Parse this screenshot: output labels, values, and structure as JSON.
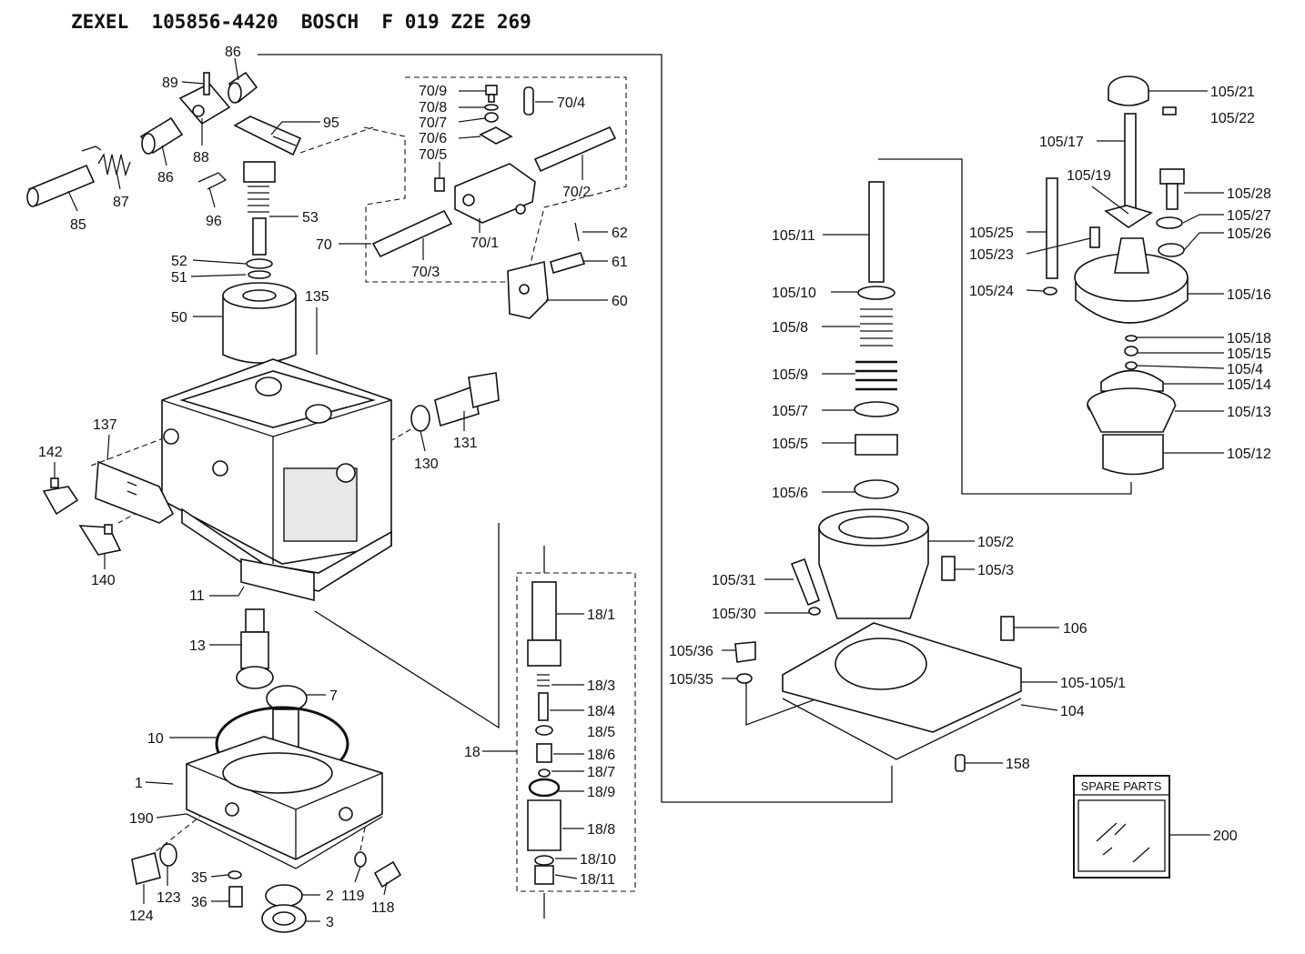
{
  "header": {
    "brand_a": "ZEXEL",
    "number_a": "105856-4420",
    "brand_b": "BOSCH",
    "number_b": "F 019 Z2E 269"
  },
  "spare_parts": {
    "title": "SPARE PARTS",
    "callout": "200"
  },
  "callouts": [
    {
      "id": "86",
      "text": "86"
    },
    {
      "id": "89",
      "text": "89"
    },
    {
      "id": "95",
      "text": "95"
    },
    {
      "id": "88",
      "text": "88"
    },
    {
      "id": "86b",
      "text": "86"
    },
    {
      "id": "87",
      "text": "87"
    },
    {
      "id": "85",
      "text": "85"
    },
    {
      "id": "96",
      "text": "96"
    },
    {
      "id": "53",
      "text": "53"
    },
    {
      "id": "52",
      "text": "52"
    },
    {
      "id": "51",
      "text": "51"
    },
    {
      "id": "50",
      "text": "50"
    },
    {
      "id": "135",
      "text": "135"
    },
    {
      "id": "137",
      "text": "137"
    },
    {
      "id": "142",
      "text": "142"
    },
    {
      "id": "140",
      "text": "140"
    },
    {
      "id": "130",
      "text": "130"
    },
    {
      "id": "131",
      "text": "131"
    },
    {
      "id": "11",
      "text": "11"
    },
    {
      "id": "13",
      "text": "13"
    },
    {
      "id": "7",
      "text": "7"
    },
    {
      "id": "10",
      "text": "10"
    },
    {
      "id": "1",
      "text": "1"
    },
    {
      "id": "190",
      "text": "190"
    },
    {
      "id": "35",
      "text": "35"
    },
    {
      "id": "36",
      "text": "36"
    },
    {
      "id": "124",
      "text": "124"
    },
    {
      "id": "123",
      "text": "123"
    },
    {
      "id": "2",
      "text": "2"
    },
    {
      "id": "3",
      "text": "3"
    },
    {
      "id": "119",
      "text": "119"
    },
    {
      "id": "118",
      "text": "118"
    },
    {
      "id": "70_9",
      "text": "70/9"
    },
    {
      "id": "70_8",
      "text": "70/8"
    },
    {
      "id": "70_7",
      "text": "70/7"
    },
    {
      "id": "70_6",
      "text": "70/6"
    },
    {
      "id": "70_5",
      "text": "70/5"
    },
    {
      "id": "70_4",
      "text": "70/4"
    },
    {
      "id": "70_2",
      "text": "70/2"
    },
    {
      "id": "70",
      "text": "70"
    },
    {
      "id": "70_1",
      "text": "70/1"
    },
    {
      "id": "70_3",
      "text": "70/3"
    },
    {
      "id": "62",
      "text": "62"
    },
    {
      "id": "61",
      "text": "61"
    },
    {
      "id": "60",
      "text": "60"
    },
    {
      "id": "18_1",
      "text": "18/1"
    },
    {
      "id": "18_3",
      "text": "18/3"
    },
    {
      "id": "18_4",
      "text": "18/4"
    },
    {
      "id": "18_5",
      "text": "18/5"
    },
    {
      "id": "18",
      "text": "18"
    },
    {
      "id": "18_6",
      "text": "18/6"
    },
    {
      "id": "18_7",
      "text": "18/7"
    },
    {
      "id": "18_9",
      "text": "18/9"
    },
    {
      "id": "18_8",
      "text": "18/8"
    },
    {
      "id": "18_10",
      "text": "18/10"
    },
    {
      "id": "18_11",
      "text": "18/11"
    },
    {
      "id": "105_11",
      "text": "105/11"
    },
    {
      "id": "105_10",
      "text": "105/10"
    },
    {
      "id": "105_8",
      "text": "105/8"
    },
    {
      "id": "105_9",
      "text": "105/9"
    },
    {
      "id": "105_7",
      "text": "105/7"
    },
    {
      "id": "105_5",
      "text": "105/5"
    },
    {
      "id": "105_6",
      "text": "105/6"
    },
    {
      "id": "105_2",
      "text": "105/2"
    },
    {
      "id": "105_3",
      "text": "105/3"
    },
    {
      "id": "105_31",
      "text": "105/31"
    },
    {
      "id": "105_30",
      "text": "105/30"
    },
    {
      "id": "106",
      "text": "106"
    },
    {
      "id": "105_36",
      "text": "105/36"
    },
    {
      "id": "105_35",
      "text": "105/35"
    },
    {
      "id": "105_105_1",
      "text": "105-105/1"
    },
    {
      "id": "104",
      "text": "104"
    },
    {
      "id": "158",
      "text": "158"
    },
    {
      "id": "105_21",
      "text": "105/21"
    },
    {
      "id": "105_22",
      "text": "105/22"
    },
    {
      "id": "105_17",
      "text": "105/17"
    },
    {
      "id": "105_19",
      "text": "105/19"
    },
    {
      "id": "105_28",
      "text": "105/28"
    },
    {
      "id": "105_25",
      "text": "105/25"
    },
    {
      "id": "105_27",
      "text": "105/27"
    },
    {
      "id": "105_26",
      "text": "105/26"
    },
    {
      "id": "105_23",
      "text": "105/23"
    },
    {
      "id": "105_24",
      "text": "105/24"
    },
    {
      "id": "105_16",
      "text": "105/16"
    },
    {
      "id": "105_18",
      "text": "105/18"
    },
    {
      "id": "105_15",
      "text": "105/15"
    },
    {
      "id": "105_4",
      "text": "105/4"
    },
    {
      "id": "105_14",
      "text": "105/14"
    },
    {
      "id": "105_13",
      "text": "105/13"
    },
    {
      "id": "105_12",
      "text": "105/12"
    }
  ]
}
